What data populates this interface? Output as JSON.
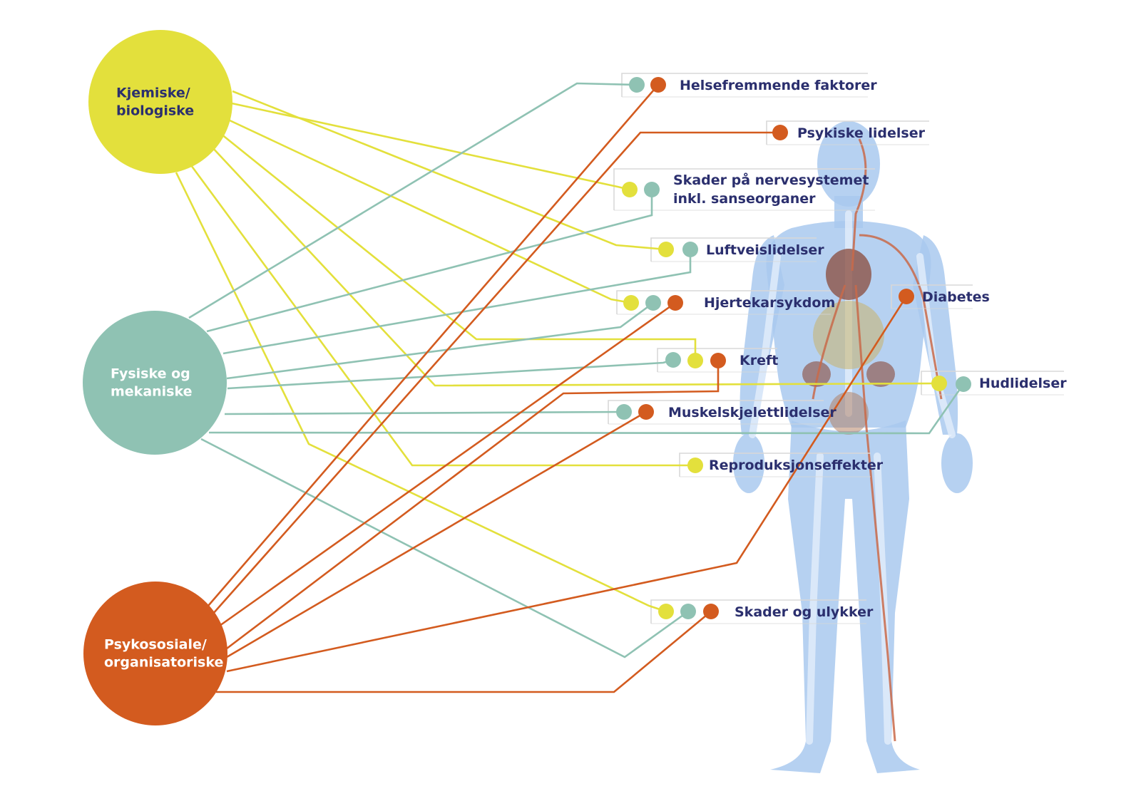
{
  "colors": {
    "chemical": "#e3e03c",
    "physical": "#8fc2b3",
    "psychosocial": "#d35b1f",
    "label_text": "#2b2f6e",
    "label_border": "#d8d8d8",
    "body_fill": "#a9c9ee"
  },
  "factors": [
    {
      "id": "chemical",
      "label_lines": [
        "Kjemiske/",
        "biologiske"
      ],
      "color_key": "chemical",
      "text_color": "#2b2f6e"
    },
    {
      "id": "physical",
      "label_lines": [
        "Fysiske og",
        "mekaniske"
      ],
      "color_key": "physical",
      "text_color": "#ffffff"
    },
    {
      "id": "psychosocial",
      "label_lines": [
        "Psykososiale/",
        "organisatoriske"
      ],
      "color_key": "psychosocial",
      "text_color": "#ffffff"
    }
  ],
  "outcomes": [
    {
      "id": "helsefremmende",
      "label_lines": [
        "Helsefremmende faktorer"
      ],
      "factors": [
        "physical",
        "psychosocial"
      ]
    },
    {
      "id": "psykiske",
      "label_lines": [
        "Psykiske lidelser"
      ],
      "factors": [
        "psychosocial"
      ]
    },
    {
      "id": "nervesystemet",
      "label_lines": [
        "Skader på nervesystemet",
        "inkl. sanseorganer"
      ],
      "factors": [
        "chemical",
        "physical"
      ]
    },
    {
      "id": "luftvei",
      "label_lines": [
        "Luftveislidelser"
      ],
      "factors": [
        "chemical",
        "physical"
      ]
    },
    {
      "id": "hjertekar",
      "label_lines": [
        "Hjertekarsykdom"
      ],
      "factors": [
        "chemical",
        "physical",
        "psychosocial"
      ]
    },
    {
      "id": "kreft",
      "label_lines": [
        "Kreft"
      ],
      "factors": [
        "physical",
        "chemical",
        "psychosocial"
      ]
    },
    {
      "id": "diabetes",
      "label_lines": [
        "Diabetes"
      ],
      "factors": [
        "psychosocial"
      ]
    },
    {
      "id": "hud",
      "label_lines": [
        "Hudlidelser"
      ],
      "factors": [
        "chemical",
        "physical"
      ]
    },
    {
      "id": "muskel",
      "label_lines": [
        "Muskelskjelettlidelser"
      ],
      "factors": [
        "physical",
        "psychosocial"
      ]
    },
    {
      "id": "reproduksjon",
      "label_lines": [
        "Reproduksjonseffekter"
      ],
      "factors": [
        "chemical"
      ]
    },
    {
      "id": "skader",
      "label_lines": [
        "Skader og ulykker"
      ],
      "factors": [
        "chemical",
        "physical",
        "psychosocial"
      ]
    }
  ]
}
